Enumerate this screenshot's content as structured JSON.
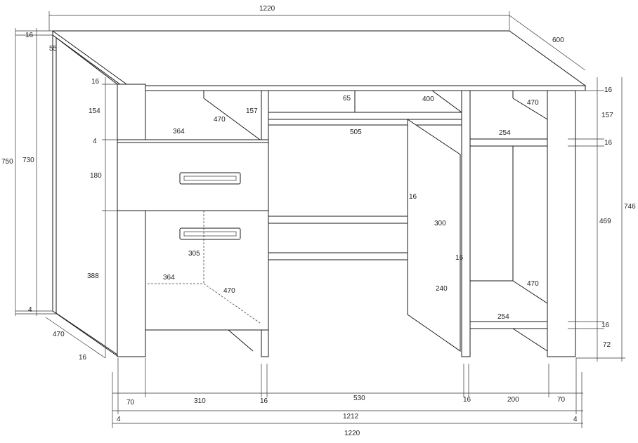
{
  "colors": {
    "line": "#1a1a1a",
    "background": "#ffffff"
  },
  "dimensions": {
    "top_width": "1220",
    "depth": "600",
    "top_thk_left": "16",
    "overhang_left": "55",
    "total_height": "750",
    "body_height": "730",
    "plinth_gap_left": "4",
    "side_depth": "470",
    "base_thk_left": "16",
    "top_thk_inner": "16",
    "top_space_h": "154",
    "top_space_h_mid": "157",
    "cavity_depth_top": "470",
    "inner_width_left": "364",
    "divider_thk": "4",
    "drawer_height": "180",
    "door_height": "388",
    "door_inner_h": "305",
    "inner_width_left_lower": "364",
    "cavity_depth_lower": "470",
    "rail_height": "65",
    "keyboard_depth": "400",
    "knee_width": "505",
    "pullout_thk": "16",
    "pullout_depth": "300",
    "pullout_thk_right": "16",
    "back_panel_h": "240",
    "right_top_thk": "16",
    "right_top_space": "157",
    "shelf_thk_1": "16",
    "right_inner_w": "254",
    "right_depth_top": "470",
    "right_total_h": "746",
    "right_mid_h": "469",
    "right_depth_lower": "470",
    "right_inner_w_lower": "254",
    "shelf_thk_2": "16",
    "plinth_h_right": "72",
    "seg_left_side": "70",
    "seg_left_cab": "310",
    "seg_pan_1": "16",
    "seg_knee": "530",
    "seg_pan_2": "16",
    "seg_right_cab": "200",
    "seg_right_side": "70",
    "gap_left": "4",
    "overall_inner": "1212",
    "gap_right": "4",
    "overall_width": "1220"
  }
}
